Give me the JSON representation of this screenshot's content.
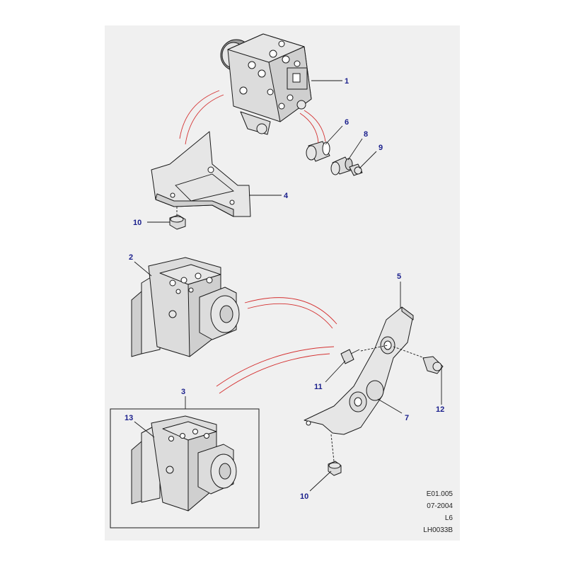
{
  "callouts": {
    "c1": "1",
    "c2": "2",
    "c3": "3",
    "c4": "4",
    "c5": "5",
    "c6": "6",
    "c7": "7",
    "c8": "8",
    "c9": "9",
    "c10a": "10",
    "c10b": "10",
    "c11": "11",
    "c12": "12",
    "c13": "13"
  },
  "reference": {
    "code": "E01.005",
    "date": "07-2004",
    "model": "L6",
    "drawing": "LH0033B"
  },
  "colors": {
    "panel": "#f0f0f0",
    "callout_text": "#1a1f8c",
    "link_lines": "#d43030"
  }
}
